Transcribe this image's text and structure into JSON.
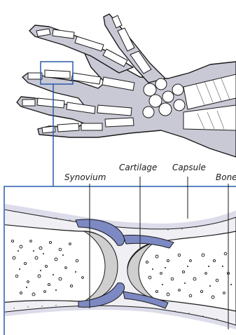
{
  "labels": {
    "synovium": "Synovium",
    "cartilage": "Cartilage",
    "capsule": "Capsule",
    "bone": "Bone"
  },
  "colors": {
    "skin_fill": "#c9c9d6",
    "bone_fill": "#ffffff",
    "outline": "#1a1a1a",
    "callout_blue": "#2a5aa8",
    "synovium_fill": "#7d89c2",
    "cartilage_fill": "#cfcfcf",
    "soft_tissue_fill": "#dcdcea",
    "capsule_band_fill": "#efeff4"
  }
}
